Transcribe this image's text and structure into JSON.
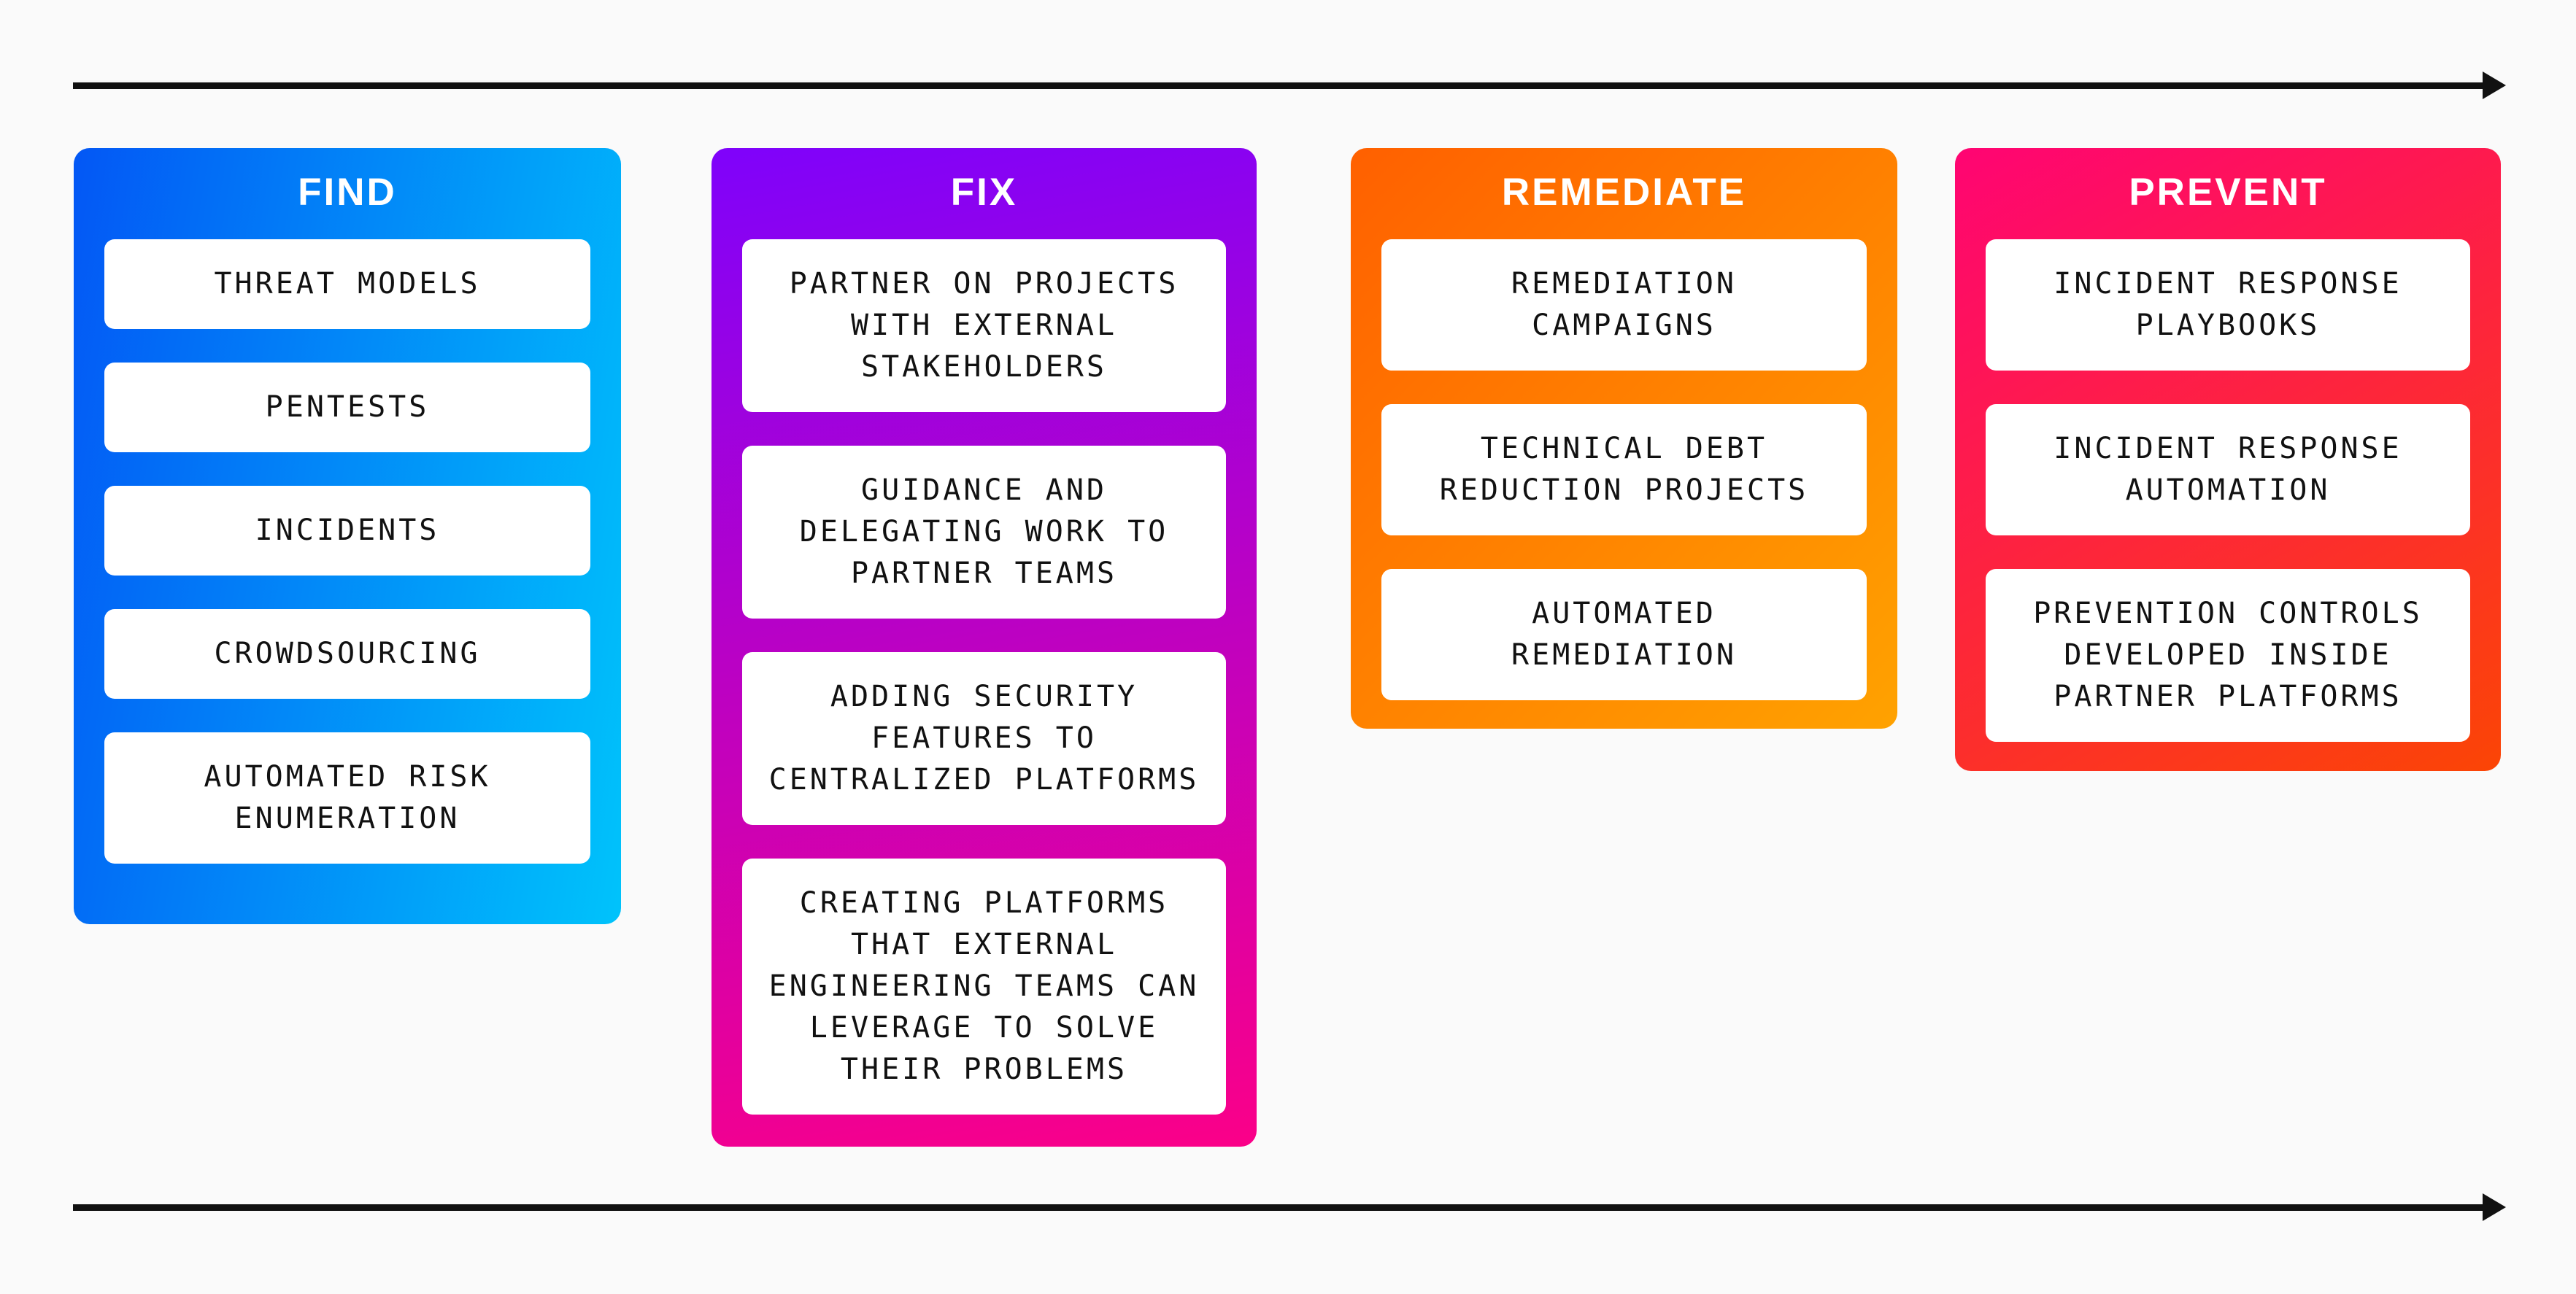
{
  "page": {
    "background_color": "#fafafa",
    "arrow_color": "#111111",
    "icons": {
      "top_arrow": "arrow-right-icon",
      "bottom_arrow": "arrow-right-icon"
    }
  },
  "columns": [
    {
      "title": "FIND",
      "gradient": {
        "angle": "100deg",
        "from": "#0357f5",
        "to": "#00c3fb"
      },
      "items": [
        "THREAT MODELS",
        "PENTESTS",
        "INCIDENTS",
        "CROWDSOURCING",
        "AUTOMATED RISK\nENUMERATION"
      ]
    },
    {
      "title": "FIX",
      "gradient": {
        "angle": "170deg",
        "from": "#7f02fb",
        "to": "#fb0088"
      },
      "items": [
        "PARTNER ON PROJECTS\nWITH EXTERNAL\nSTAKEHOLDERS",
        "GUIDANCE AND\nDELEGATING WORK TO\nPARTNER TEAMS",
        "ADDING SECURITY\nFEATURES TO\nCENTRALIZED PLATFORMS",
        "CREATING PLATFORMS\nTHAT EXTERNAL\nENGINEERING TEAMS CAN\nLEVERAGE TO SOLVE\nTHEIR PROBLEMS"
      ]
    },
    {
      "title": "REMEDIATE",
      "gradient": {
        "angle": "135deg",
        "from": "#ff6000",
        "to": "#ffa200"
      },
      "items": [
        "REMEDIATION\nCAMPAIGNS",
        "TECHNICAL DEBT\nREDUCTION PROJECTS",
        "AUTOMATED\nREMEDIATION"
      ]
    },
    {
      "title": "PREVENT",
      "gradient": {
        "angle": "150deg",
        "from": "#ff0473",
        "to": "#fb4505"
      },
      "items": [
        "INCIDENT RESPONSE\nPLAYBOOKS",
        "INCIDENT RESPONSE\nAUTOMATION",
        "PREVENTION CONTROLS\nDEVELOPED INSIDE\nPARTNER PLATFORMS"
      ]
    }
  ]
}
